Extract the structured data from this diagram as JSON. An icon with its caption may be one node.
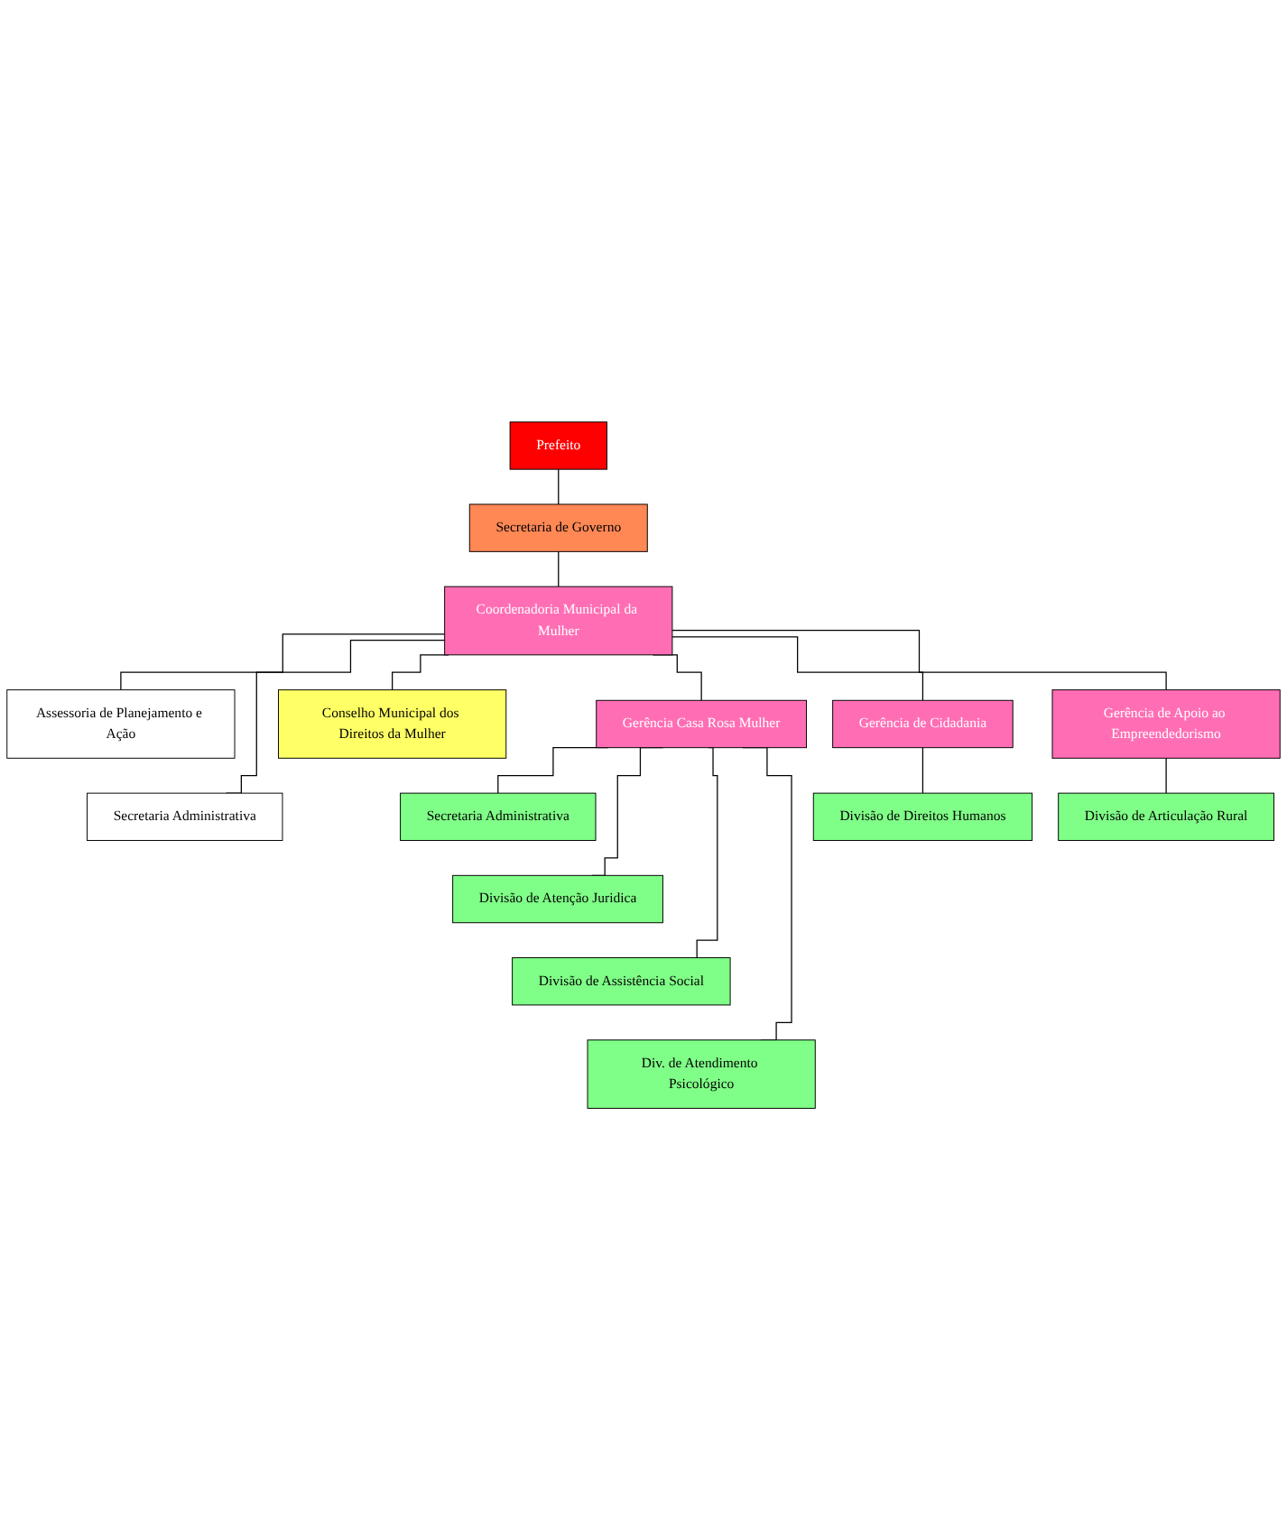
{
  "diagram": {
    "nodes": [
      {
        "text": [
          "Prefeito"
        ]
      },
      {
        "text": [
          "Secretaria de Governo"
        ]
      },
      {
        "text": [
          "Assessoria de Planejamento e Ação"
        ]
      },
      {
        "text": [
          "Coordenadoria Municipal da Mulher"
        ]
      },
      {
        "text": [
          "Conselho Municipal dos Direitos da Mulher"
        ]
      },
      {
        "text": [
          "Secretaria Administrativa"
        ]
      },
      {
        "text": [
          "Gerência Casa Rosa Mulher"
        ]
      },
      {
        "text": [
          "Gerência de Cidadania"
        ]
      },
      {
        "text": [
          "Gerência de Apoio ao Empreendedorismo"
        ]
      },
      {
        "text": [
          "Secretaria Administrativa"
        ]
      },
      {
        "text": [
          "Divisão de Direitos Humanos"
        ]
      },
      {
        "text": [
          "Divisão de Articulação Rural"
        ]
      },
      {
        "text": [
          "Divisão de Atenção Juridica"
        ]
      },
      {
        "text": [
          "Divisão de Assistência Social"
        ]
      },
      {
        "text": [
          "Div. de Atendimento Psicológico"
        ]
      }
    ],
    "edges": [
      {
        "from": 0,
        "to": 1,
        "arrow": "none"
      },
      {
        "from": 1,
        "to": 3,
        "arrow": "none"
      },
      {
        "from": 3,
        "to": 2,
        "arrow": "none"
      },
      {
        "from": 3,
        "to": 5,
        "arrow": "none"
      },
      {
        "from": 3,
        "to": 4,
        "arrow": "none"
      },
      {
        "from": 3,
        "to": 6,
        "arrow": "none"
      },
      {
        "from": 3,
        "to": 7,
        "arrow": "none"
      },
      {
        "from": 3,
        "to": 8,
        "arrow": "none"
      },
      {
        "from": 6,
        "to": 9,
        "arrow": "none"
      },
      {
        "from": 6,
        "to": 12,
        "arrow": "none"
      },
      {
        "from": 6,
        "to": 13,
        "arrow": "none"
      },
      {
        "from": 6,
        "to": 14,
        "arrow": "none"
      },
      {
        "from": 7,
        "to": 10,
        "arrow": "none"
      },
      {
        "from": 8,
        "to": 11,
        "arrow": "none"
      }
    ]
  }
}
